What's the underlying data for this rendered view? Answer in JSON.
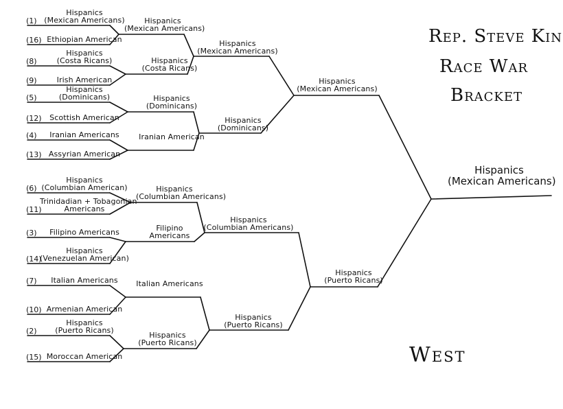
{
  "title": {
    "line1": "Rep. Steve King",
    "line2": "Race War",
    "line3": "Bracket"
  },
  "region": "West",
  "round1": [
    {
      "seed": "(1)",
      "l1": "Hispanics",
      "l2": "(Mexican Americans)"
    },
    {
      "seed": "(16)",
      "l1": "Ethiopian American",
      "l2": ""
    },
    {
      "seed": "(8)",
      "l1": "Hispanics",
      "l2": "(Costa Ricans)"
    },
    {
      "seed": "(9)",
      "l1": "Irish American",
      "l2": ""
    },
    {
      "seed": "(5)",
      "l1": "Hispanics",
      "l2": "(Dominicans)"
    },
    {
      "seed": "(12)",
      "l1": "Scottish American",
      "l2": ""
    },
    {
      "seed": "(4)",
      "l1": "Iranian Americans",
      "l2": ""
    },
    {
      "seed": "(13)",
      "l1": "Assyrian American",
      "l2": ""
    },
    {
      "seed": "(6)",
      "l1": "Hispanics",
      "l2": "(Columbian American)"
    },
    {
      "seed": "(11)",
      "l1": "Trinidadian + Tobagonian",
      "l2": "Americans"
    },
    {
      "seed": "(3)",
      "l1": "Filipino Americans",
      "l2": ""
    },
    {
      "seed": "(14)",
      "l1": "Hispanics",
      "l2": "(Venezuelan American)"
    },
    {
      "seed": "(7)",
      "l1": "Italian Americans",
      "l2": ""
    },
    {
      "seed": "(10)",
      "l1": "Armenian American",
      "l2": ""
    },
    {
      "seed": "(2)",
      "l1": "Hispanics",
      "l2": "(Puerto Ricans)"
    },
    {
      "seed": "(15)",
      "l1": "Moroccan American",
      "l2": ""
    }
  ],
  "round2": [
    {
      "l1": "Hispanics",
      "l2": "(Mexican Americans)"
    },
    {
      "l1": "Hispanics",
      "l2": "(Costa Ricans)"
    },
    {
      "l1": "Hispanics",
      "l2": "(Dominicans)"
    },
    {
      "l1": "Iranian American",
      "l2": ""
    },
    {
      "l1": "Hispanics",
      "l2": "(Columbian Americans)"
    },
    {
      "l1": "Filipino",
      "l2": "Americans"
    },
    {
      "l1": "Italian Americans",
      "l2": ""
    },
    {
      "l1": "Hispanics",
      "l2": "(Puerto Ricans)"
    }
  ],
  "round3": [
    {
      "l1": "Hispanics",
      "l2": "(Mexican Americans)"
    },
    {
      "l1": "Hispanics",
      "l2": "(Dominicans)"
    },
    {
      "l1": "Hispanics",
      "l2": "(Columbian Americans)"
    },
    {
      "l1": "Hispanics",
      "l2": "(Puerto Ricans)"
    }
  ],
  "round4": [
    {
      "l1": "Hispanics",
      "l2": "(Mexican Americans)"
    },
    {
      "l1": "Hispanics",
      "l2": "(Puerto Ricans)"
    }
  ],
  "champion": {
    "l1": "Hispanics",
    "l2": "(Mexican Americans)"
  }
}
